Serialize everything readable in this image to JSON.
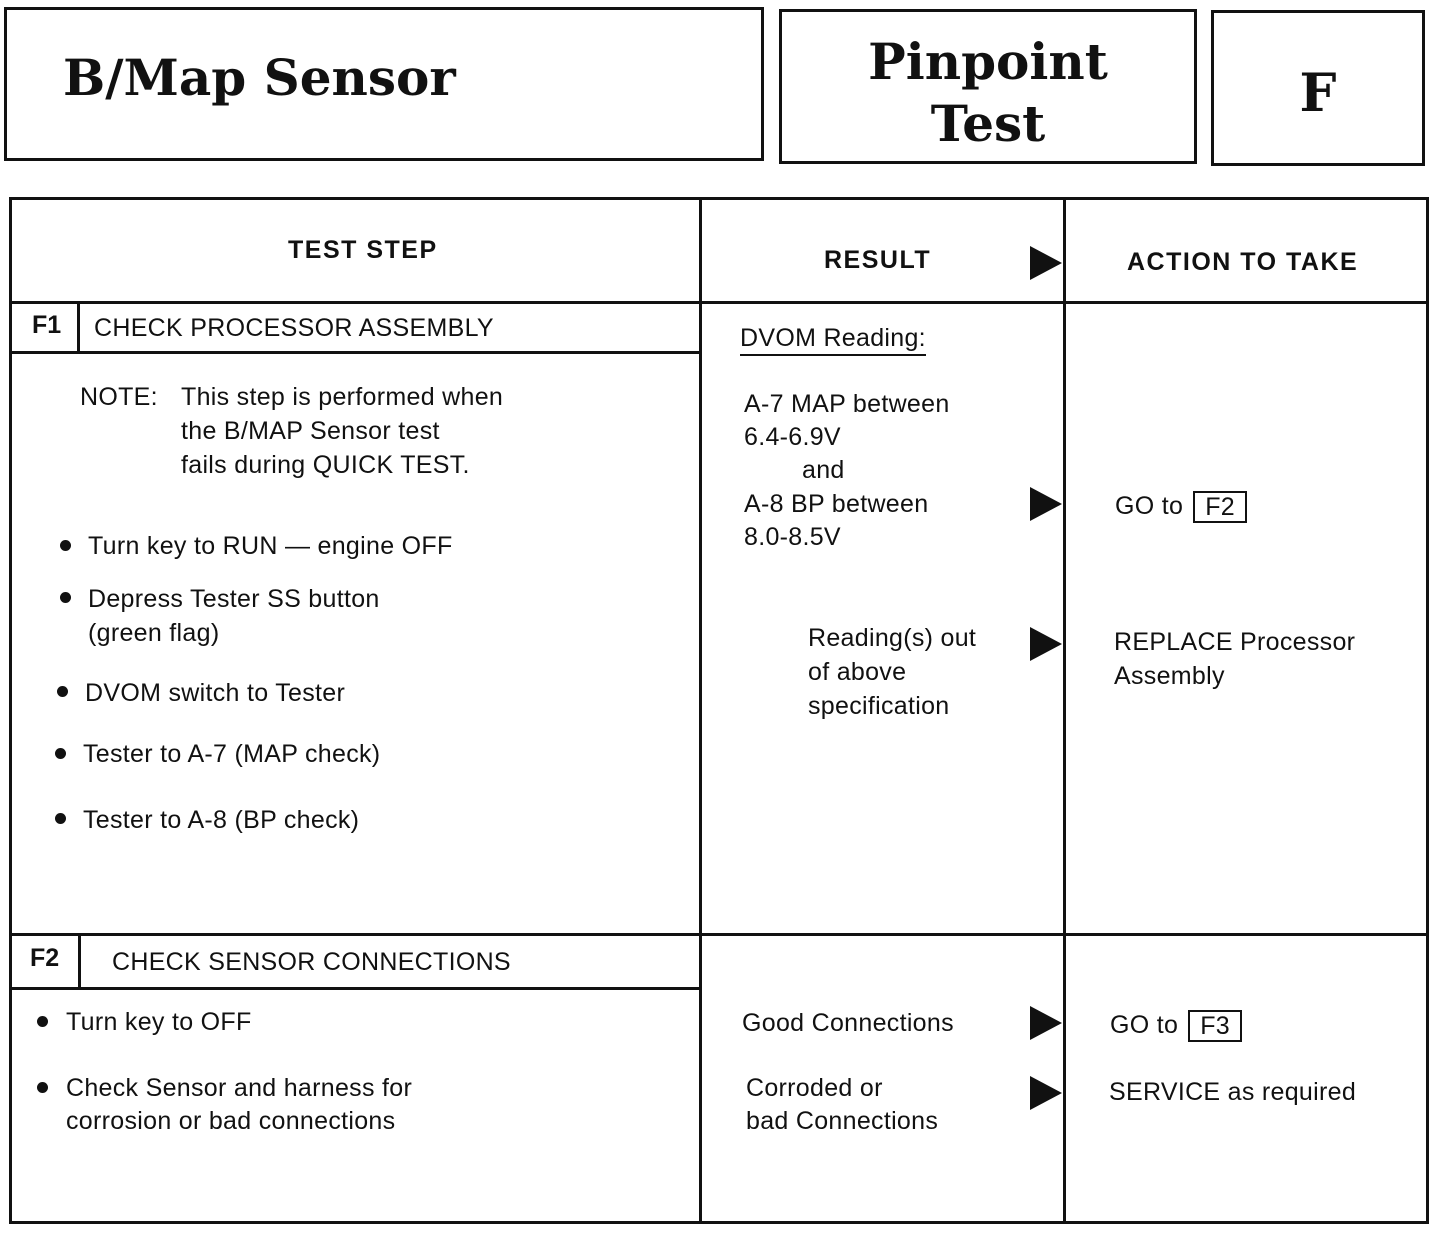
{
  "header": {
    "title": "B/Map Sensor",
    "pinpoint_line1": "Pinpoint",
    "pinpoint_line2": "Test",
    "letter": "F"
  },
  "columns": {
    "test_step": "TEST STEP",
    "result": "RESULT",
    "action": "ACTION TO TAKE"
  },
  "steps": [
    {
      "id": "F1",
      "title": "CHECK PROCESSOR ASSEMBLY",
      "note_label": "NOTE:",
      "note_lines": [
        "This step is performed when",
        "the B/MAP Sensor test",
        "fails during QUICK TEST."
      ],
      "bullets": [
        [
          "Turn key to RUN — engine OFF"
        ],
        [
          "Depress Tester SS button",
          "(green flag)"
        ],
        [
          "DVOM switch to Tester"
        ],
        [
          "Tester to A-7 (MAP check)"
        ],
        [
          "Tester to A-8 (BP check)"
        ]
      ],
      "result_heading": "DVOM Reading:",
      "results": [
        {
          "lines": [
            "A-7   MAP between",
            "6.4-6.9V",
            "and",
            "A-8   BP between",
            "8.0-8.5V"
          ],
          "action_text": "GO to",
          "action_ref": "F2"
        },
        {
          "lines": [
            "Reading(s) out",
            "of above",
            "specification"
          ],
          "action_lines": [
            "REPLACE Processor",
            "Assembly"
          ]
        }
      ]
    },
    {
      "id": "F2",
      "title": "CHECK SENSOR CONNECTIONS",
      "bullets": [
        [
          "Turn key to OFF"
        ],
        [
          "Check Sensor and harness for",
          "corrosion or bad connections"
        ]
      ],
      "results": [
        {
          "lines": [
            "Good Connections"
          ],
          "action_text": "GO to",
          "action_ref": "F3"
        },
        {
          "lines": [
            "Corroded or",
            "bad Connections"
          ],
          "action_lines": [
            "SERVICE as required"
          ]
        }
      ]
    }
  ]
}
